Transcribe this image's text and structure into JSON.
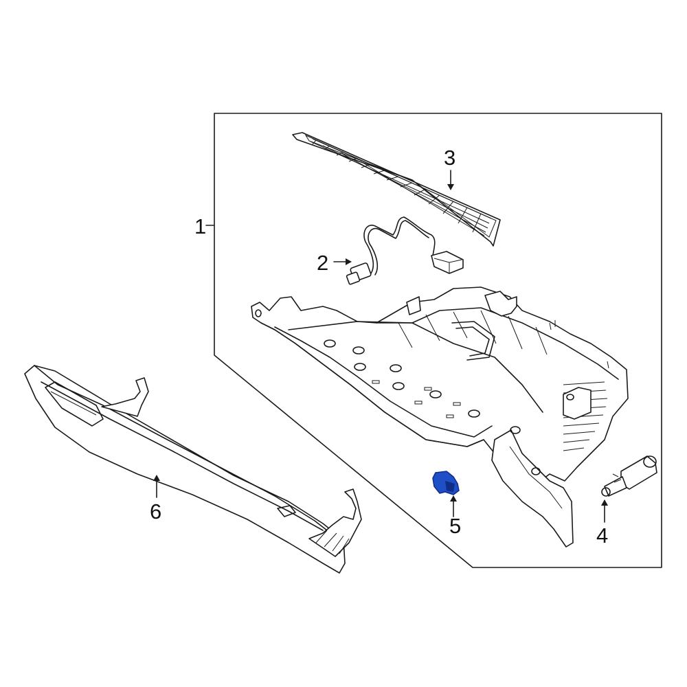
{
  "colors": {
    "line": "#1a1a1a",
    "highlight": "#1f4fc6",
    "highlight_dark": "#0f2d86",
    "background": "#ffffff"
  },
  "callouts": {
    "c1": "1",
    "c2": "2",
    "c3": "3",
    "c4": "4",
    "c5": "5",
    "c6": "6"
  }
}
